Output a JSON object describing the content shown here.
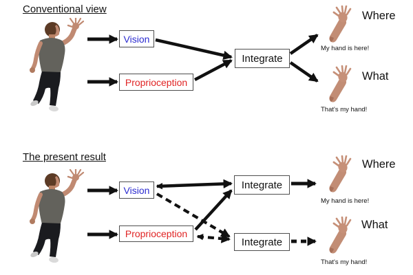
{
  "colors": {
    "background": "#ffffff",
    "arrow": "#111111",
    "box_border": "#4d4d4d",
    "box_background": "#ffffff",
    "vision_text": "#2b2bd0",
    "proprioception_text": "#e02424",
    "integrate_text": "#111111",
    "title_text": "#111111"
  },
  "icons": {
    "person": "person-figure-icon",
    "arm": "arm-hand-icon"
  },
  "diagrams": [
    {
      "title": "Conventional view",
      "vision_label": "Vision",
      "proprioception_label": "Proprioception",
      "integrate_labels": [
        "Integrate"
      ],
      "outputs": [
        {
          "label": "Where",
          "caption": "My hand is here!"
        },
        {
          "label": "What",
          "caption": "That's my hand!"
        }
      ]
    },
    {
      "title": "The present result",
      "vision_label": "Vision",
      "proprioception_label": "Proprioception",
      "integrate_labels": [
        "Integrate",
        "Integrate"
      ],
      "outputs": [
        {
          "label": "Where",
          "caption": "My hand is here!"
        },
        {
          "label": "What",
          "caption": "That's my hand!"
        }
      ]
    }
  ]
}
